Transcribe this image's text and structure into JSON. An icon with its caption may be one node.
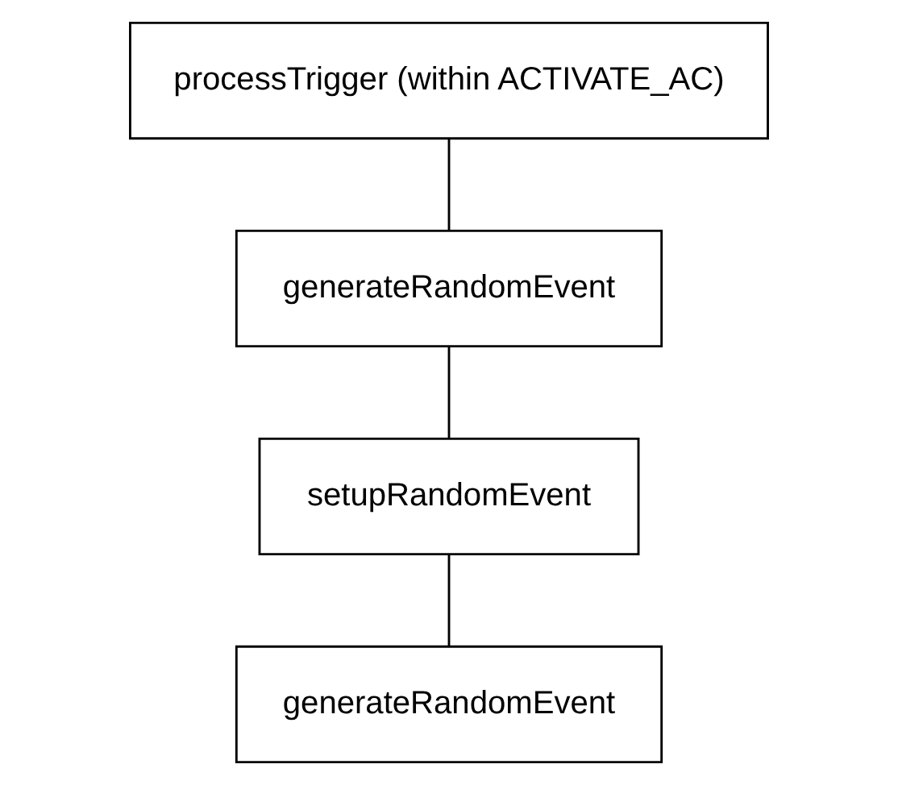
{
  "diagram": {
    "nodes": [
      {
        "text": [
          "processTrigger (within ACTIVATE_AC)"
        ]
      },
      {
        "text": [
          "generateRandomEvent"
        ]
      },
      {
        "text": [
          "setupRandomEvent"
        ]
      },
      {
        "text": [
          "generateRandomEvent"
        ]
      }
    ],
    "edges": [
      {
        "from": 0,
        "to": 1,
        "arrow": "none"
      },
      {
        "from": 1,
        "to": 2,
        "arrow": "none"
      },
      {
        "from": 2,
        "to": 3,
        "arrow": "none"
      }
    ]
  }
}
